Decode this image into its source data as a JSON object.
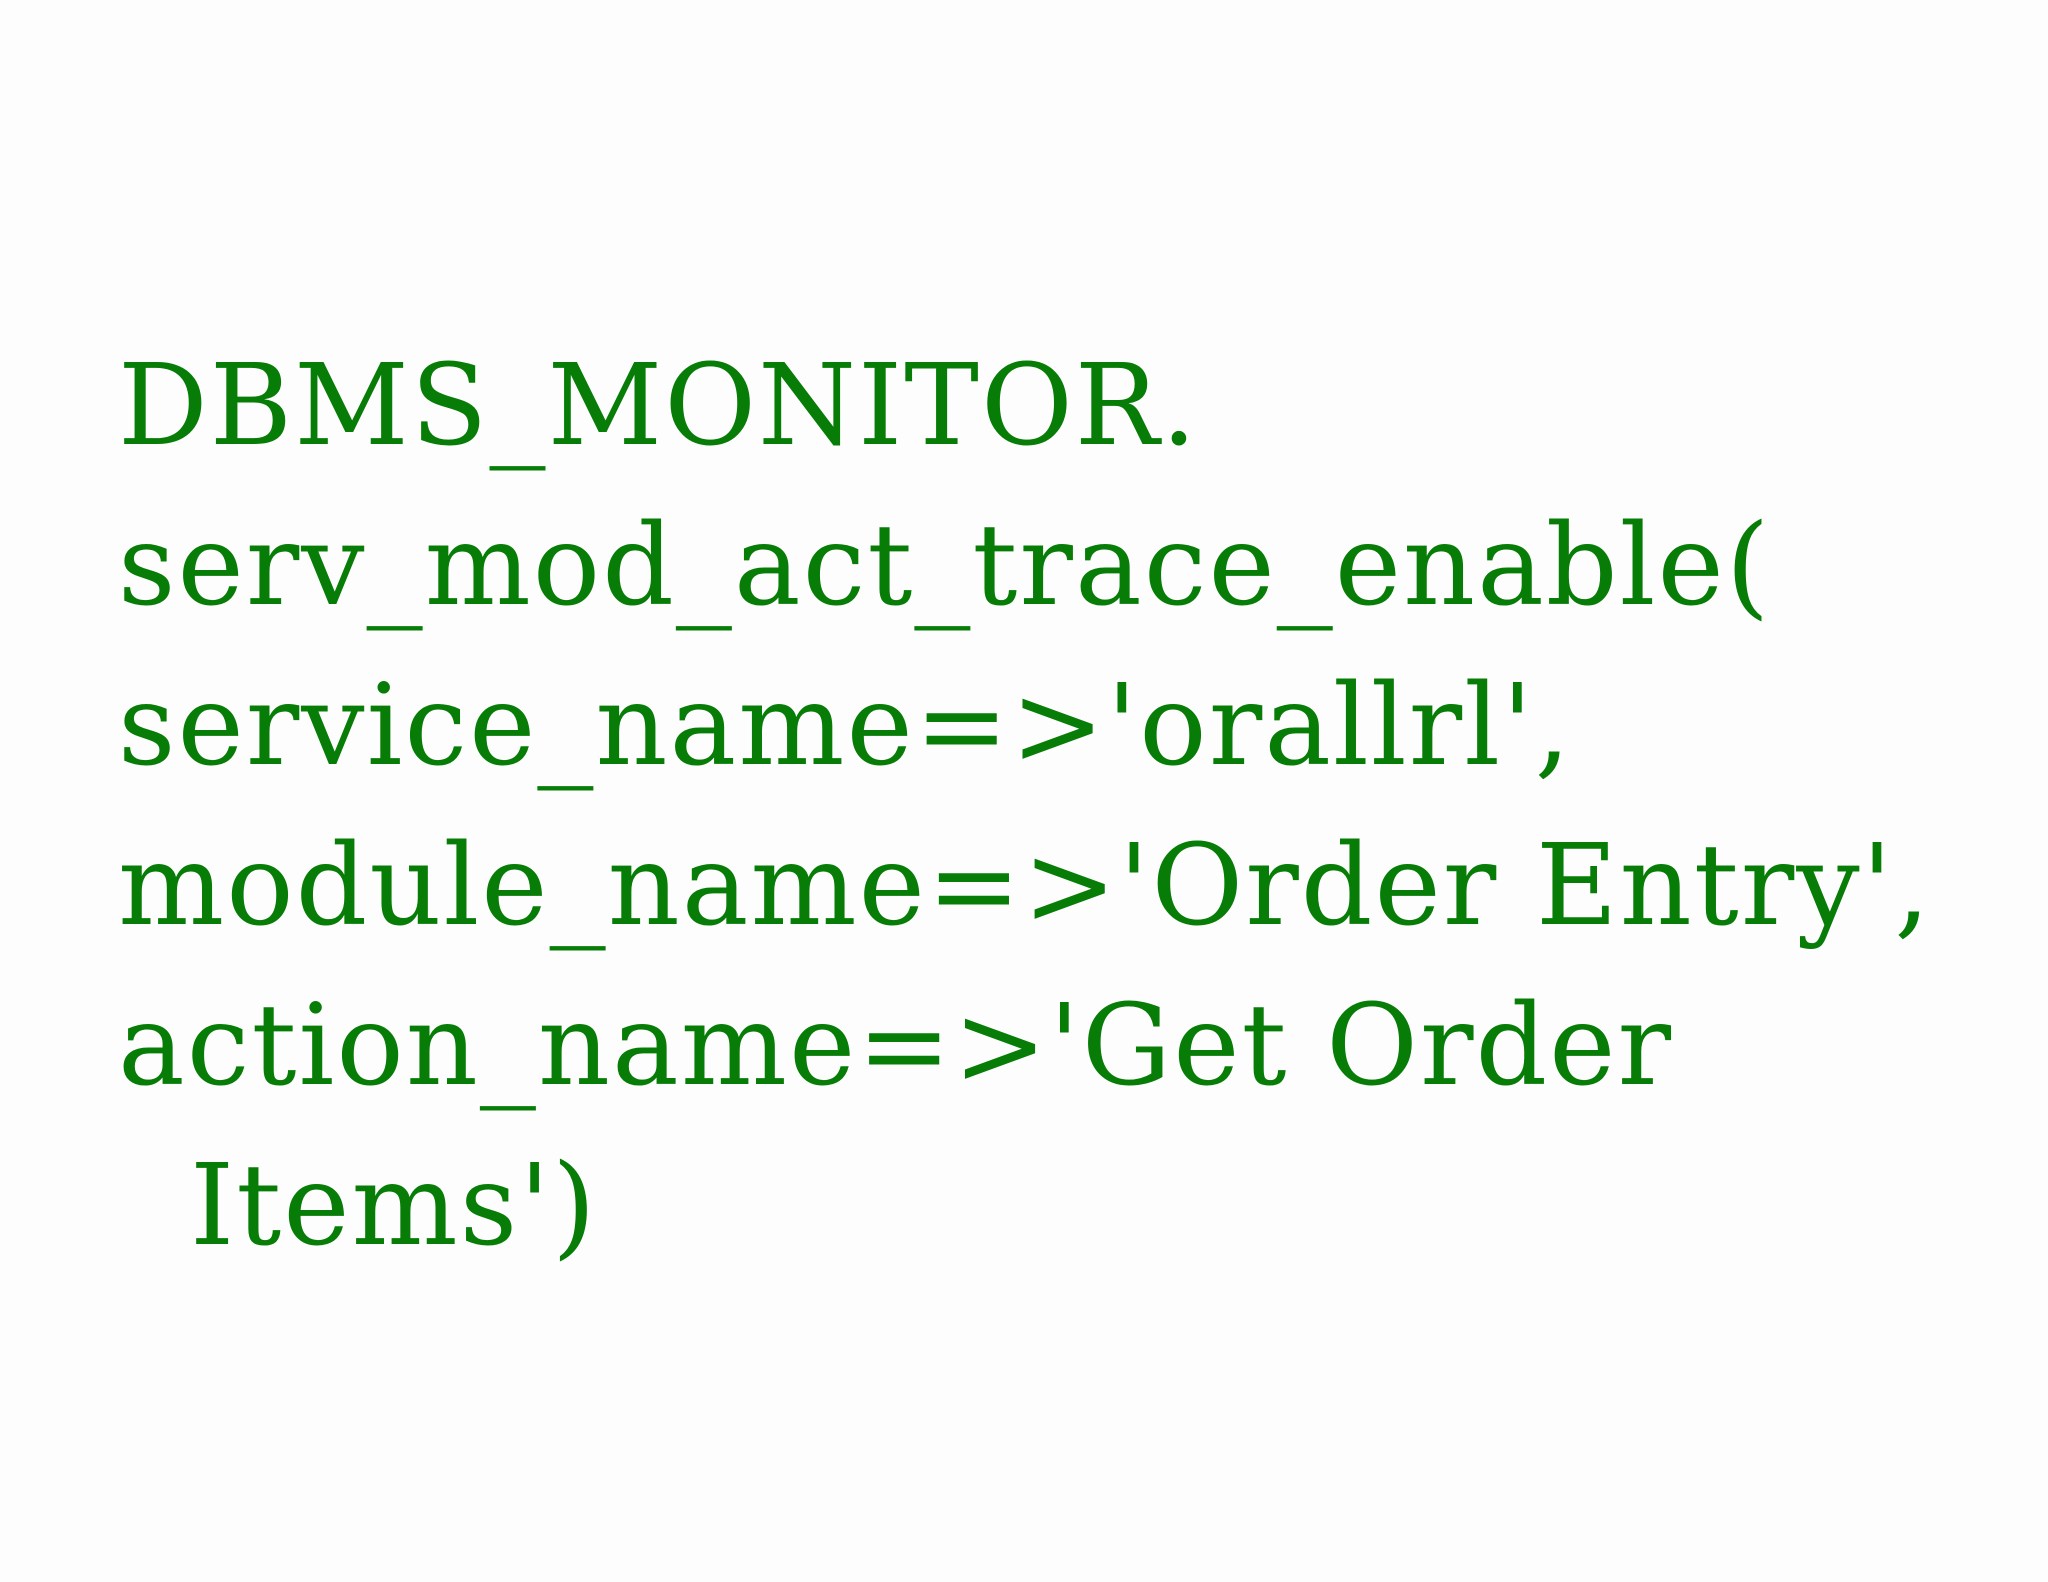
{
  "theme": {
    "background": "#fdfdfd",
    "text_green": "#077d07"
  },
  "code": {
    "language": "PL/SQL",
    "lines": [
      "DBMS_MONITOR.",
      "serv_mod_act_trace_enable(",
      "service_name=>'orallrl',",
      "module_name=>'Order Entry',",
      "action_name=>'Get Order",
      "Items')"
    ]
  }
}
